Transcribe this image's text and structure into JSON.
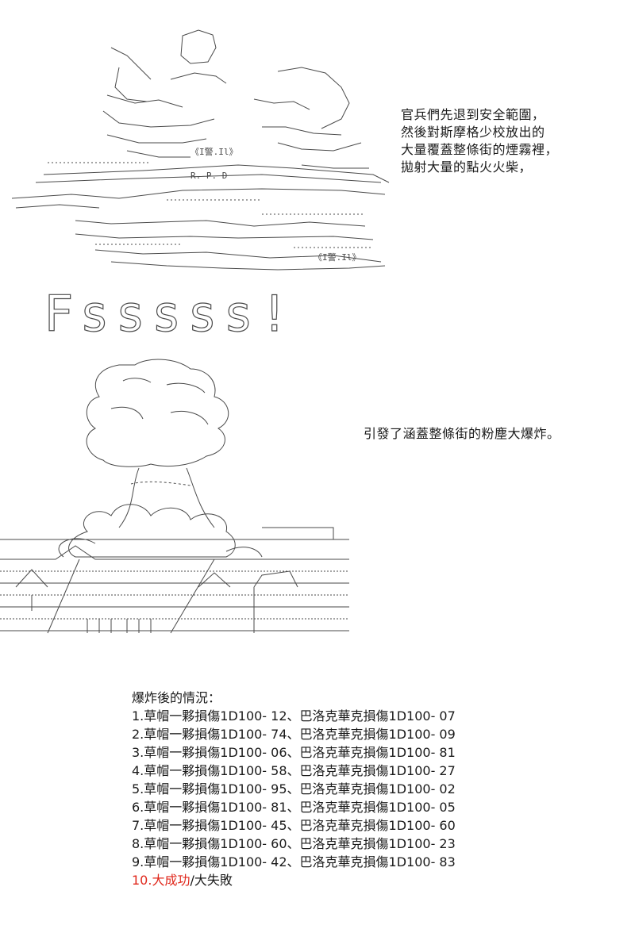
{
  "narration": {
    "retreat_text": "官兵們先退到安全範圍，\n然後對斯摩格少校放出的\n大量覆蓋整條街的煙霧裡，\n拋射大量的點火火柴，",
    "explosion_text": "引發了涵蓋整條街的粉塵大爆炸。"
  },
  "art": {
    "badge_text": "R. P. D",
    "police_text": "《I警.Il》",
    "sound_effect": "Fsssss!!!"
  },
  "results": {
    "heading": "爆炸後的情況：",
    "rows": [
      "1.草帽一夥損傷1D100- 12、巴洛克華克損傷1D100- 07",
      "2.草帽一夥損傷1D100- 74、巴洛克華克損傷1D100- 09",
      "3.草帽一夥損傷1D100- 06、巴洛克華克損傷1D100- 81",
      "4.草帽一夥損傷1D100- 58、巴洛克華克損傷1D100- 27",
      "5.草帽一夥損傷1D100- 95、巴洛克華克損傷1D100- 02",
      "6.草帽一夥損傷1D100- 81、巴洛克華克損傷1D100- 05",
      "7.草帽一夥損傷1D100- 45、巴洛克華克損傷1D100- 60",
      "8.草帽一夥損傷1D100- 60、巴洛克華克損傷1D100- 23",
      "9.草帽一夥損傷1D100- 42、巴洛克華克損傷1D100- 83"
    ],
    "critical_label": "10.大成功",
    "failure_label": "/大失敗"
  },
  "colors": {
    "text": "#1a1a1a",
    "critical": "#e0281c",
    "art_line": "#4a4a4a"
  }
}
